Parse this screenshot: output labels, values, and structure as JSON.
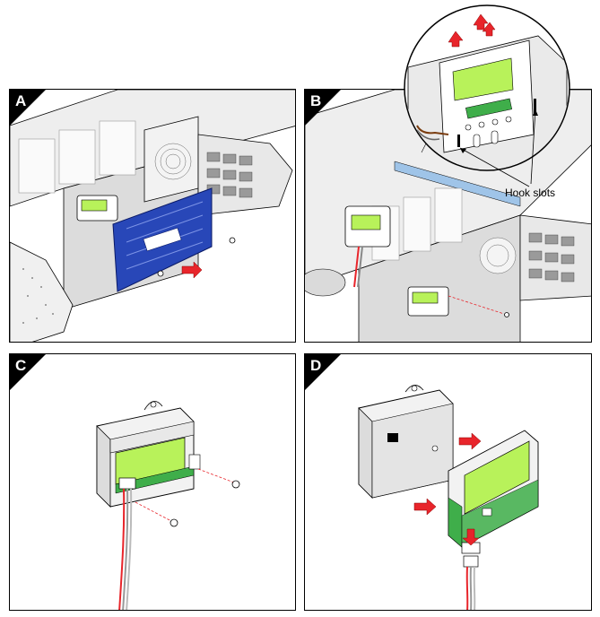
{
  "panels": {
    "a": {
      "label": "A"
    },
    "b": {
      "label": "B"
    },
    "c": {
      "label": "C"
    },
    "d": {
      "label": "D"
    }
  },
  "callouts": {
    "hook_slots": "Hook slots"
  },
  "colors": {
    "lcd_green": "#b8f25a",
    "bezel_blue": "#2847b8",
    "arrow_red": "#e8252b",
    "pcb_green": "#3fae4a",
    "metal_gray": "#e6e6e6",
    "outline": "#000000"
  }
}
